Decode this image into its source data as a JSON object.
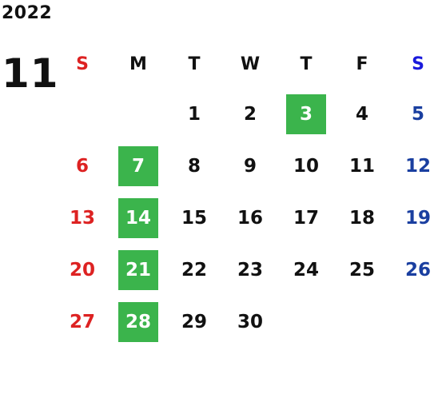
{
  "year": "2022",
  "month": "11",
  "highlight_color": "#3bb44c",
  "weekdays": [
    "S",
    "M",
    "T",
    "W",
    "T",
    "F",
    "S"
  ],
  "weeks": [
    [
      "",
      "",
      "1",
      "2",
      "3",
      "4",
      "5"
    ],
    [
      "6",
      "7",
      "8",
      "9",
      "10",
      "11",
      "12"
    ],
    [
      "13",
      "14",
      "15",
      "16",
      "17",
      "18",
      "19"
    ],
    [
      "20",
      "21",
      "22",
      "23",
      "24",
      "25",
      "26"
    ],
    [
      "27",
      "28",
      "29",
      "30",
      "",
      "",
      ""
    ],
    [
      "",
      "",
      "",
      "",
      "",
      "",
      ""
    ]
  ],
  "highlighted_days": [
    "3",
    "7",
    "14",
    "21",
    "28"
  ]
}
